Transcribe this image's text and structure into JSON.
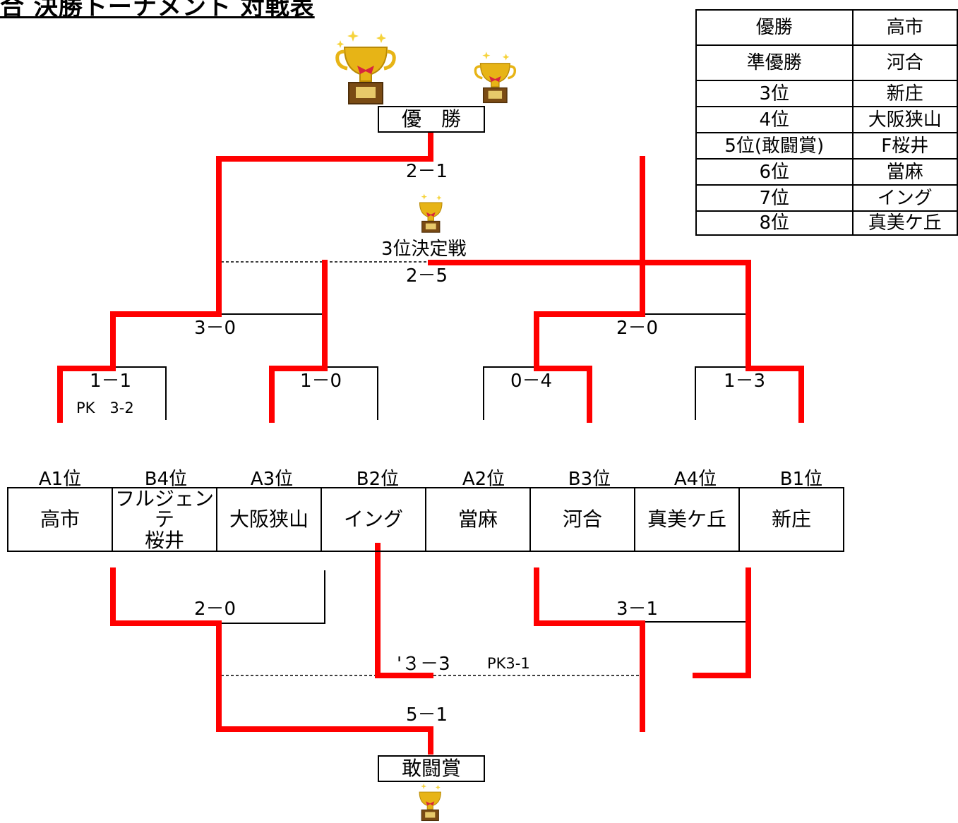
{
  "title": "合 決勝トーナメント 対戦表",
  "colors": {
    "winner_line": "#ff0000",
    "line": "#000000",
    "trophy_gold": "#e7b416",
    "ribbon": "#d7263d"
  },
  "labels": {
    "champion": "優　勝",
    "third_place_match": "3位決定戦",
    "fighting_spirit": "敢闘賞"
  },
  "seeds": [
    "A1位",
    "B4位",
    "A3位",
    "B2位",
    "A2位",
    "B3位",
    "A4位",
    "B1位"
  ],
  "teams": [
    "高市",
    "フルジェンテ\n桜井",
    "大阪狭山",
    "イング",
    "當麻",
    "河合",
    "真美ケ丘",
    "新庄"
  ],
  "scores": {
    "final": "2－1",
    "third": "2－5",
    "upper_semi_left": "3－0",
    "upper_semi_right": "2－0",
    "qf1": "1－1",
    "qf1_pk": "PK　3-2",
    "qf2": "1－0",
    "qf3": "0－4",
    "qf4": "1－3",
    "lower_left": "2－0",
    "lower_right": "3－1",
    "lower_playoff": "'３－3　",
    "lower_playoff_pk": "PK3-1",
    "lower_final": "5－1"
  },
  "standings": [
    {
      "rank": "優勝",
      "team": "高市"
    },
    {
      "rank": "準優勝",
      "team": "河合"
    },
    {
      "rank": "3位",
      "team": "新庄"
    },
    {
      "rank": "4位",
      "team": "大阪狭山"
    },
    {
      "rank": "5位(敢闘賞)",
      "team": "F桜井"
    },
    {
      "rank": "6位",
      "team": "當麻"
    },
    {
      "rank": "7位",
      "team": "イング"
    },
    {
      "rank": "8位",
      "team": "真美ケ丘"
    }
  ]
}
